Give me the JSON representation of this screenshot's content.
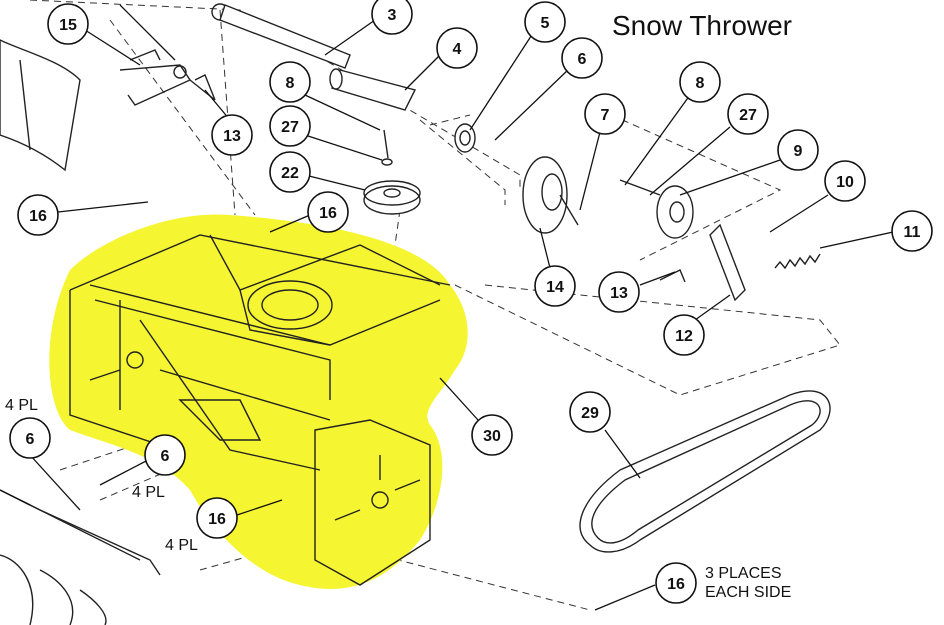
{
  "title": "Snow Thrower",
  "colors": {
    "highlight": "#f5f531",
    "line": "#222222",
    "background": "#ffffff"
  },
  "callouts": [
    "15",
    "3",
    "4",
    "5",
    "6",
    "7",
    "8",
    "27",
    "9",
    "10",
    "11",
    "13",
    "22",
    "16",
    "14",
    "12",
    "30",
    "29"
  ],
  "notes": {
    "four_pl": "4 PL",
    "three_places_line1": "3 PLACES",
    "three_places_line2": "EACH SIDE"
  }
}
